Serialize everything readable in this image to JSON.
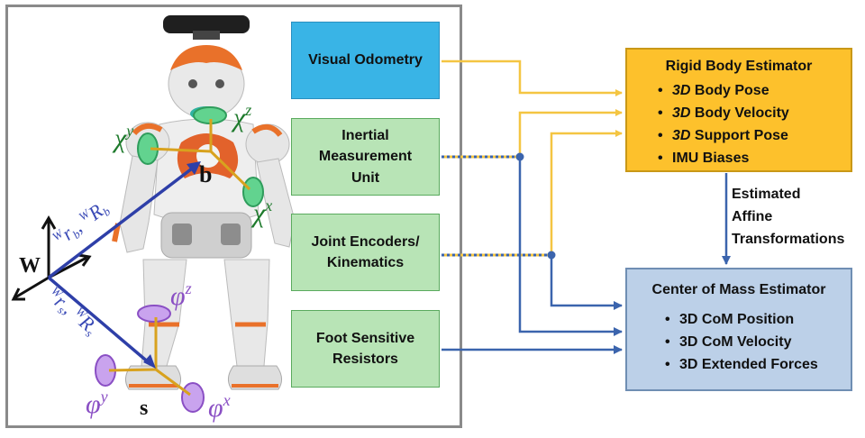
{
  "inputs": {
    "visual_odometry": "Visual Odometry",
    "imu": "Inertial\nMeasurement\nUnit",
    "joint_encoders": "Joint Encoders/\nKinematics",
    "fsr": "Foot Sensitive\nResistors"
  },
  "rigid_body": {
    "title": "Rigid Body Estimator",
    "items": [
      {
        "em": "3D",
        "rest": " Body Pose"
      },
      {
        "em": "3D",
        "rest": " Body Velocity"
      },
      {
        "em": "3D",
        "rest": " Support Pose"
      },
      {
        "em": "",
        "rest": "IMU Biases"
      }
    ]
  },
  "com": {
    "title": "Center of Mass Estimator",
    "items": [
      "3D CoM Position",
      "3D CoM Velocity",
      "3D Extended Forces"
    ]
  },
  "link_note": "Estimated\nAffine\nTransformations",
  "robot_labels": {
    "world": "W",
    "body": "b",
    "support": "s",
    "chi_y": "χ",
    "chi_y_sup": "y",
    "chi_z": "χ",
    "chi_z_sup": "z",
    "chi_x": "χ",
    "chi_x_sup": "x",
    "phi_z": "φ",
    "phi_z_sup": "z",
    "phi_y": "φ",
    "phi_y_sup": "y",
    "phi_x": "φ",
    "phi_x_sup": "x",
    "r_b_pre": "W",
    "r_b": "r",
    "r_b_sub": "b",
    "R_b_pre": "W",
    "R_b": "R",
    "R_b_sub": "b",
    "r_s_pre": "W",
    "r_s": "r",
    "r_s_sub": "s",
    "R_s_pre": "W",
    "R_s": "R",
    "R_s_sub": "s"
  },
  "colors": {
    "yellow_line": "#f4c542",
    "blue_line": "#3b64ad",
    "vector_blue": "#2e3fa8",
    "label_blue": "#3a4ab6",
    "purple": "#8a4fc4",
    "green_text": "#1e7a2c"
  }
}
